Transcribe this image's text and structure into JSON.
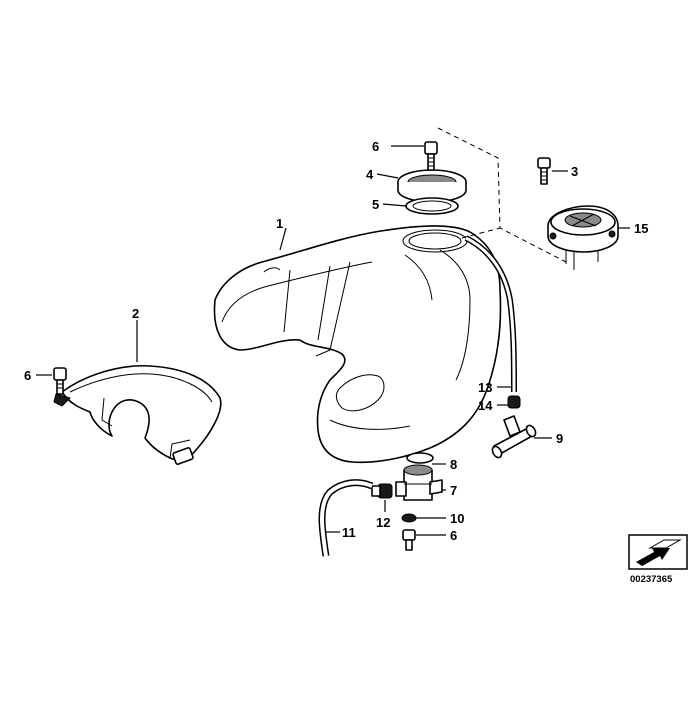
{
  "diagram_code": "00237365",
  "callouts": [
    {
      "id": "c1",
      "text": "1"
    },
    {
      "id": "c2",
      "text": "2"
    },
    {
      "id": "c3",
      "text": "3"
    },
    {
      "id": "c4",
      "text": "4"
    },
    {
      "id": "c5",
      "text": "5"
    },
    {
      "id": "c6a",
      "text": "6"
    },
    {
      "id": "c6b",
      "text": "6"
    },
    {
      "id": "c6c",
      "text": "6"
    },
    {
      "id": "c7",
      "text": "7"
    },
    {
      "id": "c8",
      "text": "8"
    },
    {
      "id": "c9",
      "text": "9"
    },
    {
      "id": "c10",
      "text": "10"
    },
    {
      "id": "c11",
      "text": "11"
    },
    {
      "id": "c12",
      "text": "12"
    },
    {
      "id": "c13",
      "text": "13"
    },
    {
      "id": "c14",
      "text": "14"
    },
    {
      "id": "c15",
      "text": "15"
    }
  ]
}
